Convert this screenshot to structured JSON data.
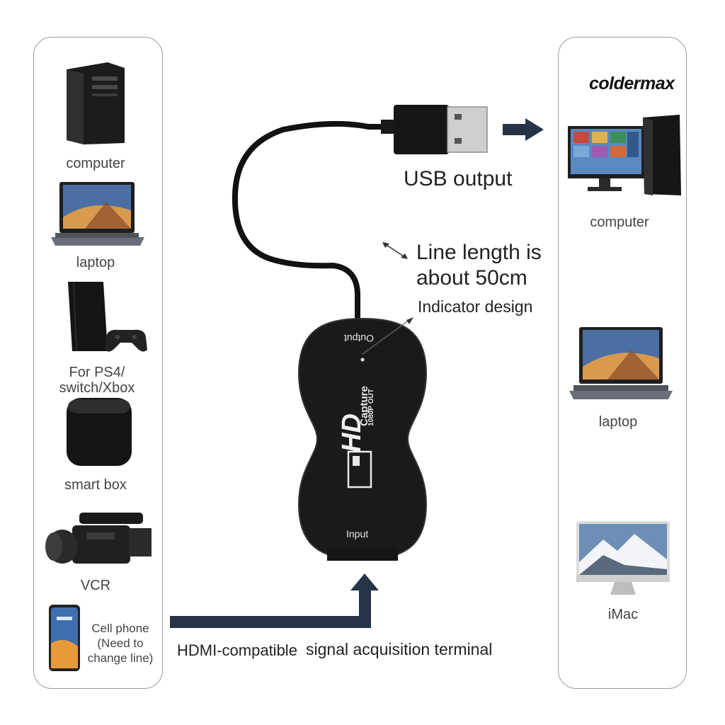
{
  "brand": "coldermax",
  "left_devices": [
    {
      "label": "computer",
      "icon": "desktop-tower-icon"
    },
    {
      "label": "laptop",
      "icon": "laptop-icon"
    },
    {
      "label": "For  PS4/\nswitch/Xbox",
      "icon": "game-console-icon"
    },
    {
      "label": "smart box",
      "icon": "smart-box-icon"
    },
    {
      "label": "VCR",
      "icon": "camcorder-icon"
    },
    {
      "label": "Cell phone\n(Need to\nchange line)",
      "icon": "smartphone-icon"
    }
  ],
  "right_devices": [
    {
      "label": "computer",
      "icon": "desktop-computer-icon"
    },
    {
      "label": "laptop",
      "icon": "laptop-icon"
    },
    {
      "label": "iMac",
      "icon": "imac-icon"
    }
  ],
  "annotations": {
    "usb_output": "USB output",
    "line_length_1": "Line length is",
    "line_length_2": "about 50cm",
    "indicator": "Indicator design",
    "hdmi": "HDMI-compatible",
    "signal": "signal acquisition terminal"
  },
  "device": {
    "output_label": "Output",
    "input_label": "Input",
    "hd_text": "HD",
    "capture_text": "Capture",
    "spec_text": "1080P OUT"
  },
  "colors": {
    "arrow": "#273447",
    "device_body": "#1a1a1a",
    "panel_border": "#9a9a9a"
  }
}
